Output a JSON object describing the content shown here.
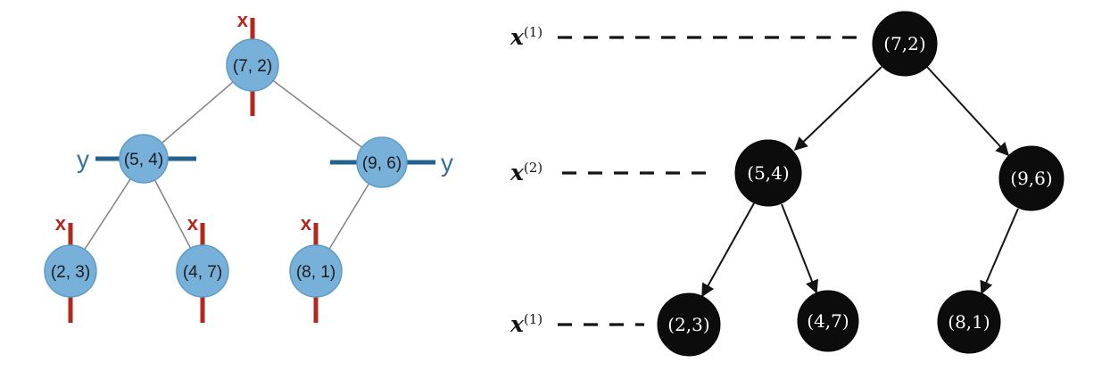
{
  "figure": {
    "description": "Two k-d tree diagrams: left shows nodes with their splitting axis (x = red vertical line, y = blue horizontal line); right shows the same tree drawn with black nodes, arrows to children, and dashed level markers labeled with the splitting dimension.",
    "left_tree": {
      "node_fill": "#77b0d9",
      "node_stroke": "#5f9cc8",
      "x_split_color": "#b2271e",
      "y_split_color": "#23618f",
      "edge_color": "#828282",
      "nodes": [
        {
          "label": "(7, 2)",
          "split": "x",
          "children": [
            "(5, 4)",
            "(9, 6)"
          ]
        },
        {
          "label": "(5, 4)",
          "split": "y",
          "children": [
            "(2, 3)",
            "(4, 7)"
          ]
        },
        {
          "label": "(9, 6)",
          "split": "y",
          "children": [
            "(8, 1)"
          ]
        },
        {
          "label": "(2, 3)",
          "split": "x",
          "children": []
        },
        {
          "label": "(4, 7)",
          "split": "x",
          "children": []
        },
        {
          "label": "(8, 1)",
          "split": "x",
          "children": []
        }
      ]
    },
    "right_tree": {
      "node_fill": "#0c0c0c",
      "node_text_color": "#ffffff",
      "levels": [
        {
          "base": "x",
          "sup": "(1)"
        },
        {
          "base": "x",
          "sup": "(2)"
        },
        {
          "base": "x",
          "sup": "(1)"
        }
      ],
      "nodes": [
        {
          "label": "(7,2)",
          "children": [
            "(5,4)",
            "(9,6)"
          ]
        },
        {
          "label": "(5,4)",
          "children": [
            "(2,3)",
            "(4,7)"
          ]
        },
        {
          "label": "(9,6)",
          "children": [
            "(8,1)"
          ]
        },
        {
          "label": "(2,3)",
          "children": []
        },
        {
          "label": "(4,7)",
          "children": []
        },
        {
          "label": "(8,1)",
          "children": []
        }
      ]
    }
  }
}
